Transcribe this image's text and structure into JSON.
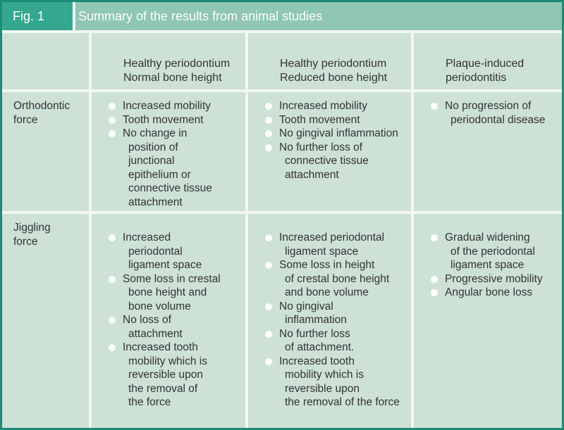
{
  "figure": {
    "label": "Fig. 1",
    "title": "Summary of the results from animal studies"
  },
  "colors": {
    "outer_border": "#1f8a76",
    "fig_label_box": "#35a78f",
    "title_bar": "#8fc6b4",
    "cell_background": "#cde1d7",
    "grid_gap": "#f2f7f3",
    "text": "#333333",
    "bullet": "#fdfefd"
  },
  "table": {
    "column_headers": [
      "Healthy periodontium\nNormal bone height",
      "Healthy periodontium\nReduced bone height",
      "Plaque-induced\nperiodontitis"
    ],
    "rows": [
      {
        "label": "Orthodontic\nforce",
        "cells": [
          [
            "Increased mobility",
            "Tooth movement",
            "No change in\nposition of\njunctional\nepithelium or\nconnective tissue\nattachment"
          ],
          [
            "Increased mobility",
            "Tooth movement",
            "No gingival inflammation",
            "No further loss of\nconnective tissue\nattachment"
          ],
          [
            "No progression of\nperiodontal disease"
          ]
        ]
      },
      {
        "label": "Jiggling\nforce",
        "cells": [
          [
            "Increased\nperiodontal\nligament space",
            "Some loss in crestal\nbone height and\nbone volume",
            "No loss of\nattachment",
            "Increased tooth\nmobility which is\nreversible upon\nthe removal of\nthe force"
          ],
          [
            "Increased periodontal\nligament space",
            "Some loss in height\nof crestal bone height\nand bone volume",
            "No gingival\ninflammation",
            "No further loss\nof attachment.",
            "Increased tooth\nmobility which is\nreversible upon\nthe removal of the force"
          ],
          [
            "Gradual widening\nof the periodontal\nligament space",
            "Progressive mobility",
            "Angular bone loss"
          ]
        ]
      }
    ]
  }
}
